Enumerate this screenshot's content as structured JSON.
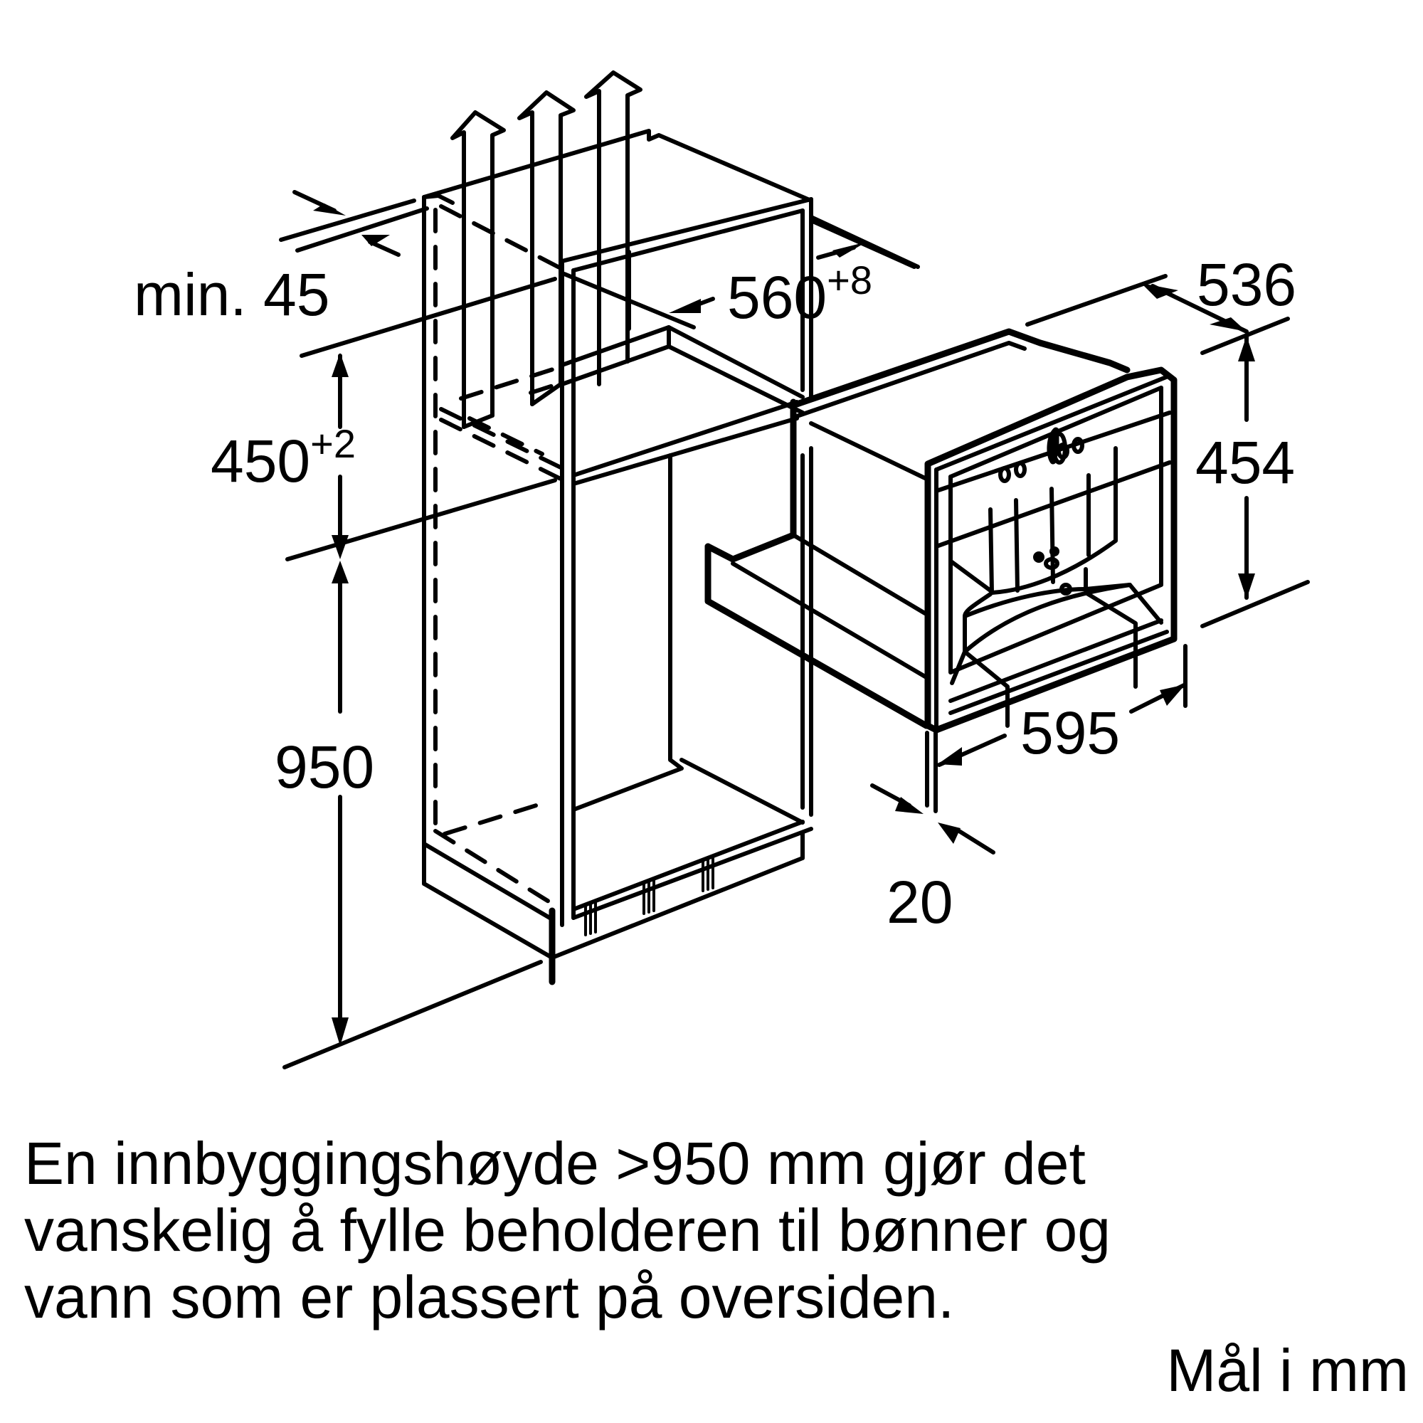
{
  "diagram": {
    "subject": "built-in coffee machine installation in tall cabinet",
    "dimensions": {
      "min_gap": {
        "prefix": "min.",
        "value": "45"
      },
      "niche_depth": {
        "value": "560",
        "tolerance": "+8"
      },
      "niche_height": {
        "value": "450",
        "tolerance": "+2"
      },
      "installation_height": {
        "value": "950"
      },
      "appliance_depth": {
        "value": "536"
      },
      "appliance_height": {
        "value": "454"
      },
      "appliance_width": {
        "value": "595"
      },
      "front_panel_thickness": {
        "value": "20"
      }
    },
    "ventilation_arrows": 3
  },
  "note": {
    "lines": [
      "En innbyggingshøyde >950 mm gjør det",
      "vanskelig å fylle beholderen til bønner og",
      "vann som er plassert på oversiden."
    ]
  },
  "units_label": "Mål i mm"
}
